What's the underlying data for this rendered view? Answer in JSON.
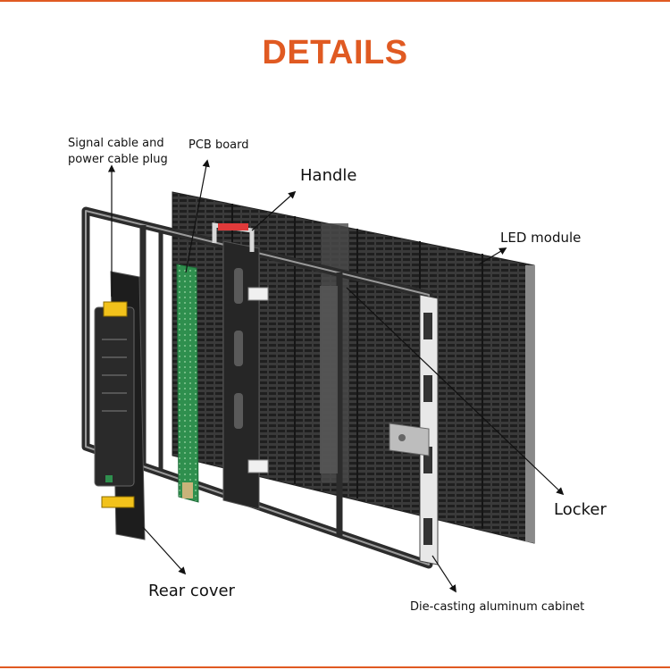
{
  "header": {
    "title": "DETAILS"
  },
  "colors": {
    "accent": "#e05a22",
    "frame": "#2c2c2c",
    "pcb": "#2f8f4e",
    "handle": "#e03a3a",
    "plug": "#f2c21b",
    "background": "#ffffff"
  },
  "labels": {
    "signal_cable_line1": "Signal cable and",
    "signal_cable_line2": "power cable plug",
    "pcb_board": "PCB board",
    "handle": "Handle",
    "led_module": "LED module",
    "locker": "Locker",
    "rear_cover": "Rear cover",
    "cabinet": "Die-casting aluminum cabinet"
  }
}
